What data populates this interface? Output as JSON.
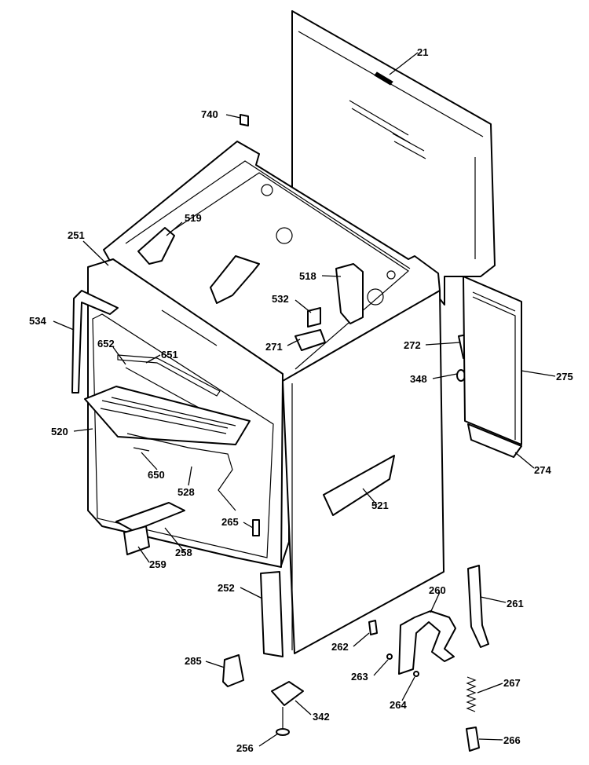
{
  "callouts": {
    "p21": "21",
    "p740": "740",
    "p519": "519",
    "p251": "251",
    "p518": "518",
    "p532": "532",
    "p534": "534",
    "p652": "652",
    "p651": "651",
    "p271": "271",
    "p272": "272",
    "p348": "348",
    "p275": "275",
    "p520": "520",
    "p274": "274",
    "p650": "650",
    "p528": "528",
    "p521": "521",
    "p265": "265",
    "p259": "259",
    "p258": "258",
    "p252": "252",
    "p260": "260",
    "p261": "261",
    "p262": "262",
    "p285": "285",
    "p263": "263",
    "p264": "264",
    "p267": "267",
    "p342": "342",
    "p256": "256",
    "p266": "266"
  }
}
